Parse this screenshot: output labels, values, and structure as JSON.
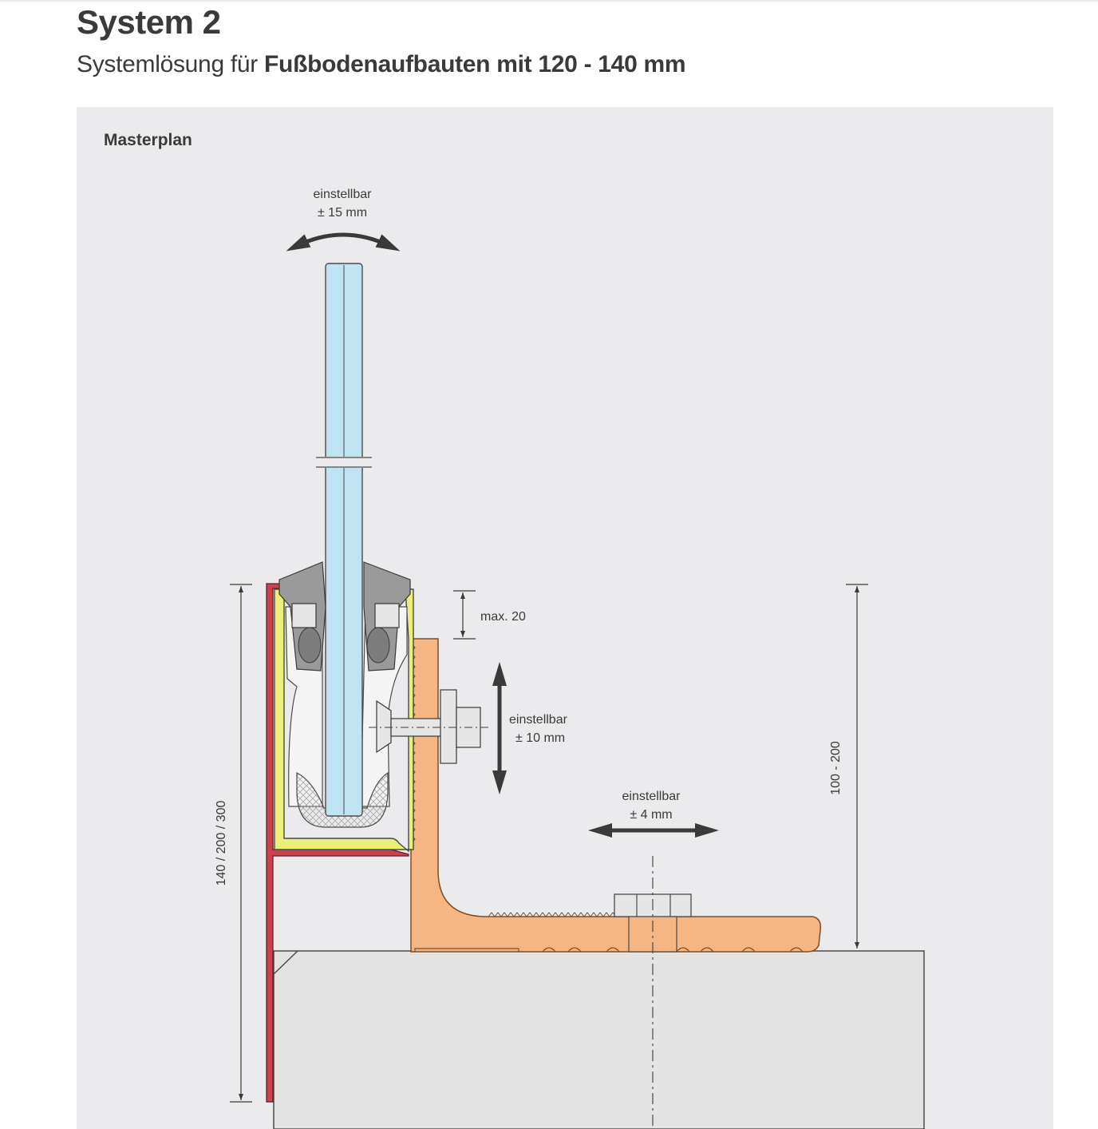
{
  "header": {
    "title": "System 2",
    "subtitle_prefix": "Systemlösung für",
    "subtitle_bold": "Fußbodenaufbauten mit 120 - 140 mm"
  },
  "panel": {
    "title": "Masterplan"
  },
  "annotations": {
    "glass_adjust_line1": "einstellbar",
    "glass_adjust_line2": "± 15 mm",
    "max_gap": "max. 20",
    "vertical_adjust_line1": "einstellbar",
    "vertical_adjust_line2": "± 10 mm",
    "horizontal_adjust_line1": "einstellbar",
    "horizontal_adjust_line2": "± 4 mm",
    "height_range": "100 - 200",
    "cover_heights": "140 / 200 / 300"
  },
  "colors": {
    "panel_bg": "#ebebed",
    "glass": "#bfe3f0",
    "profile_yellow": "#ecef7a",
    "bracket_orange": "#f6b684",
    "cover_red": "#c8434b",
    "concrete": "#e3e3e3",
    "dark_line": "#3a3a3a"
  }
}
